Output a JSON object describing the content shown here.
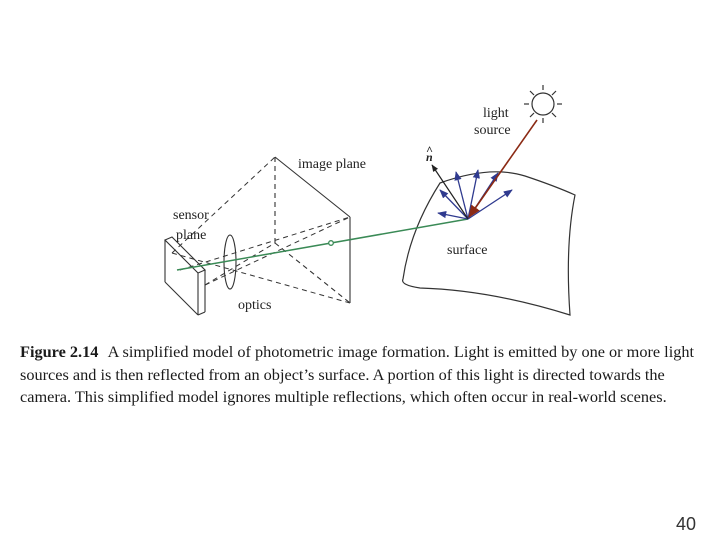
{
  "diagram": {
    "labels": {
      "light_source": [
        "light",
        "source"
      ],
      "normal": "n",
      "normal_hat": "^",
      "image_plane": "image plane",
      "sensor_plane": [
        "sensor",
        "plane"
      ],
      "optics": "optics",
      "surface": "surface"
    },
    "colors": {
      "ray_green": "#3a8a56",
      "incident_ray": "#8b2a14",
      "reflection_arrows": "#2f3a8f",
      "line": "#333333"
    }
  },
  "caption": {
    "figure_label": "Figure 2.14",
    "text": "A simplified model of photometric image formation. Light is emitted by one or more light sources and is then reflected from an object’s surface. A portion of this light is directed towards the camera. This simplified model ignores multiple reflections, which often occur in real-world scenes."
  },
  "page_number": "40"
}
